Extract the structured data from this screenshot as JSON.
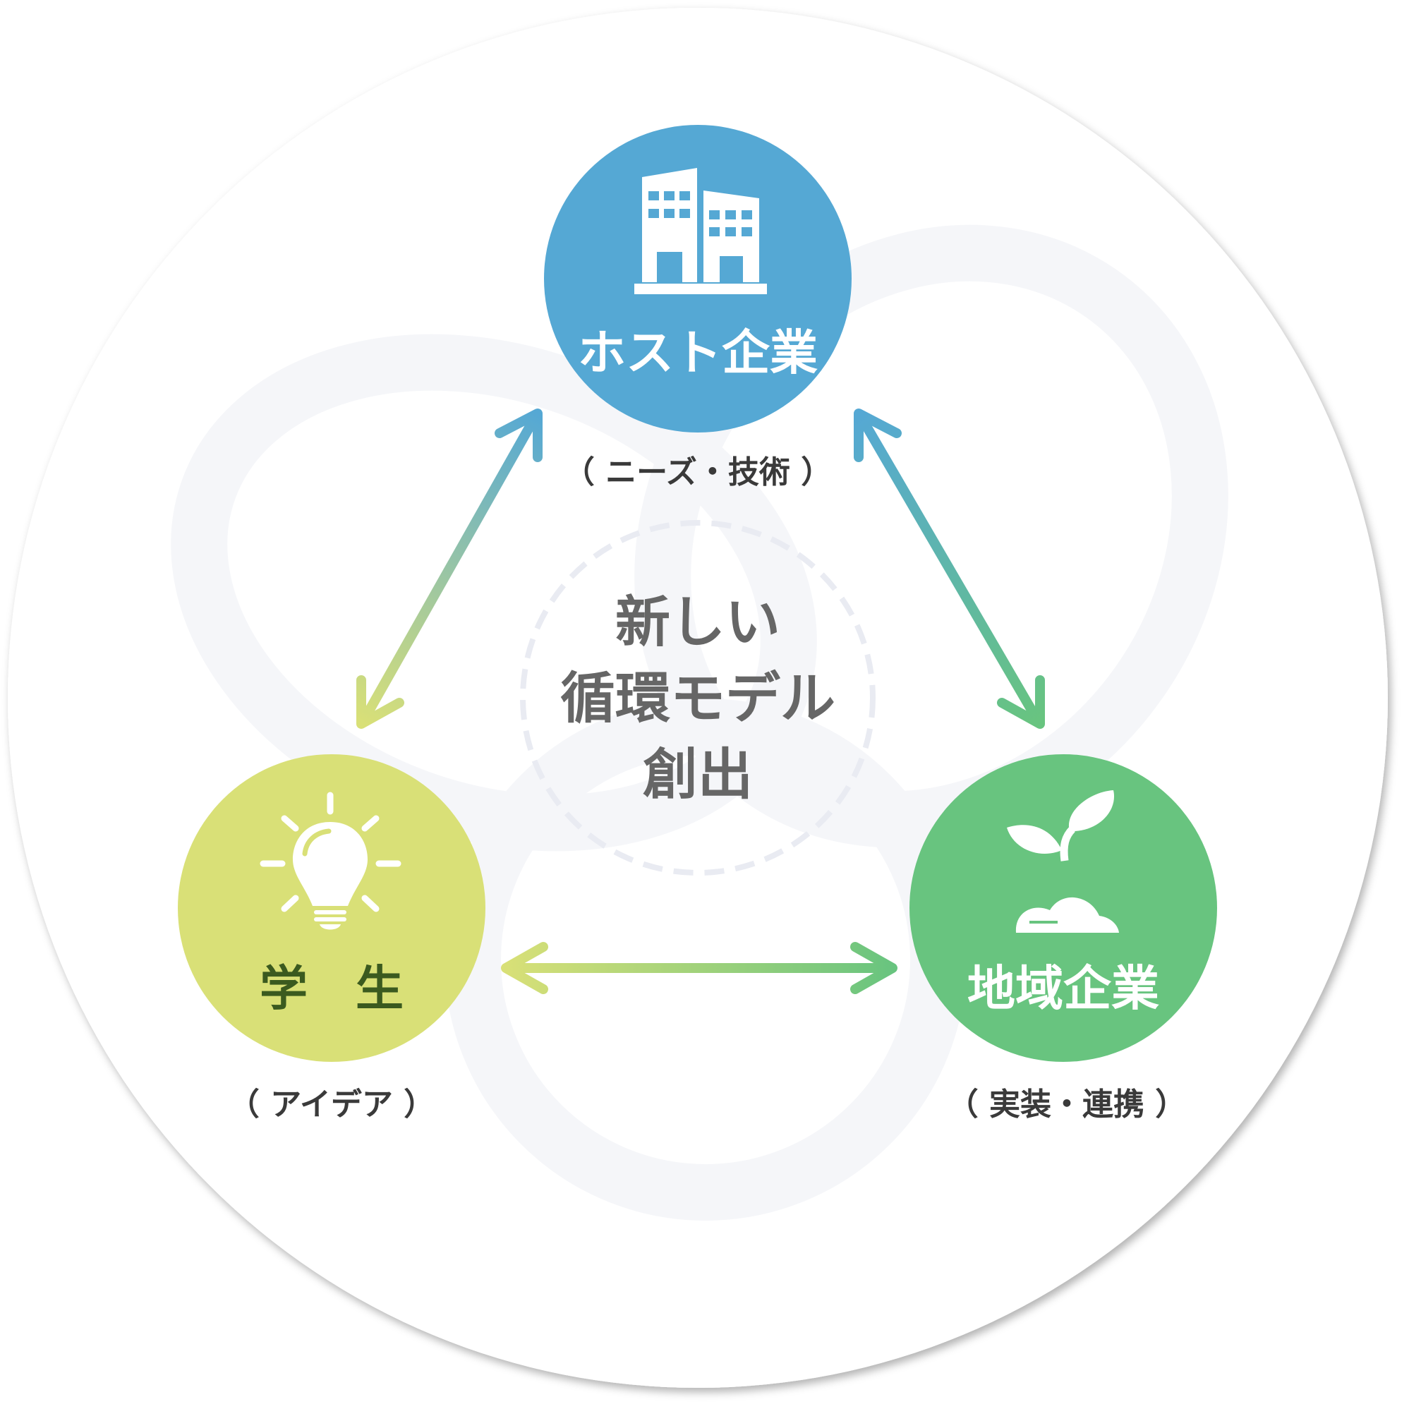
{
  "center": {
    "line1": "新しい",
    "line2": "循環モデル",
    "line3": "創出"
  },
  "nodes": {
    "host": {
      "label": "ホスト企業",
      "caption": "（ ニーズ・技術 ）",
      "color": "#55a8d4",
      "icon": "building-icon"
    },
    "student": {
      "label": "学　生",
      "caption": "（ アイデア ）",
      "color": "#d9e077",
      "label_color": "#3b5a1f",
      "icon": "lightbulb-icon"
    },
    "local": {
      "label": "地域企業",
      "caption": "（ 実装・連携 ）",
      "color": "#68c47f",
      "icon": "sprout-icon"
    }
  }
}
